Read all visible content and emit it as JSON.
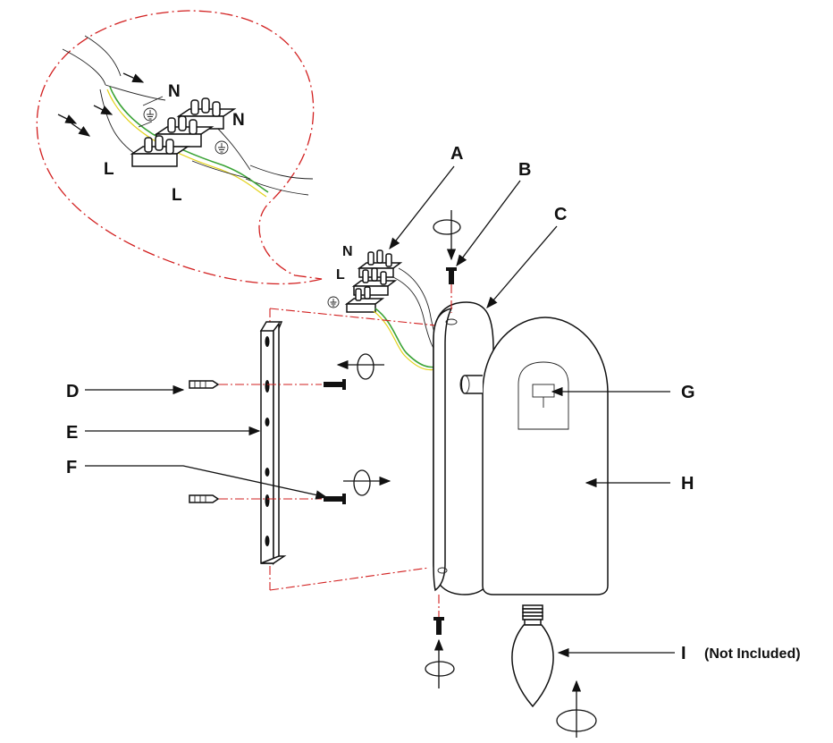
{
  "parts": {
    "A": "A",
    "B": "B",
    "C": "C",
    "D": "D",
    "E": "E",
    "F": "F",
    "G": "G",
    "H": "H",
    "I": "I"
  },
  "not_included_note": "(Not Included)",
  "terminals": {
    "neutral": "N",
    "live": "L"
  },
  "colors": {
    "line": "#111111",
    "callout_dash": "#d21f1f",
    "earth_green": "#3aa335",
    "earth_yellow": "#e3d21a"
  },
  "icons": [
    "ground-symbol",
    "rotation-arrow",
    "direction-arrow",
    "screw",
    "wall-plug",
    "candle-bulb"
  ]
}
